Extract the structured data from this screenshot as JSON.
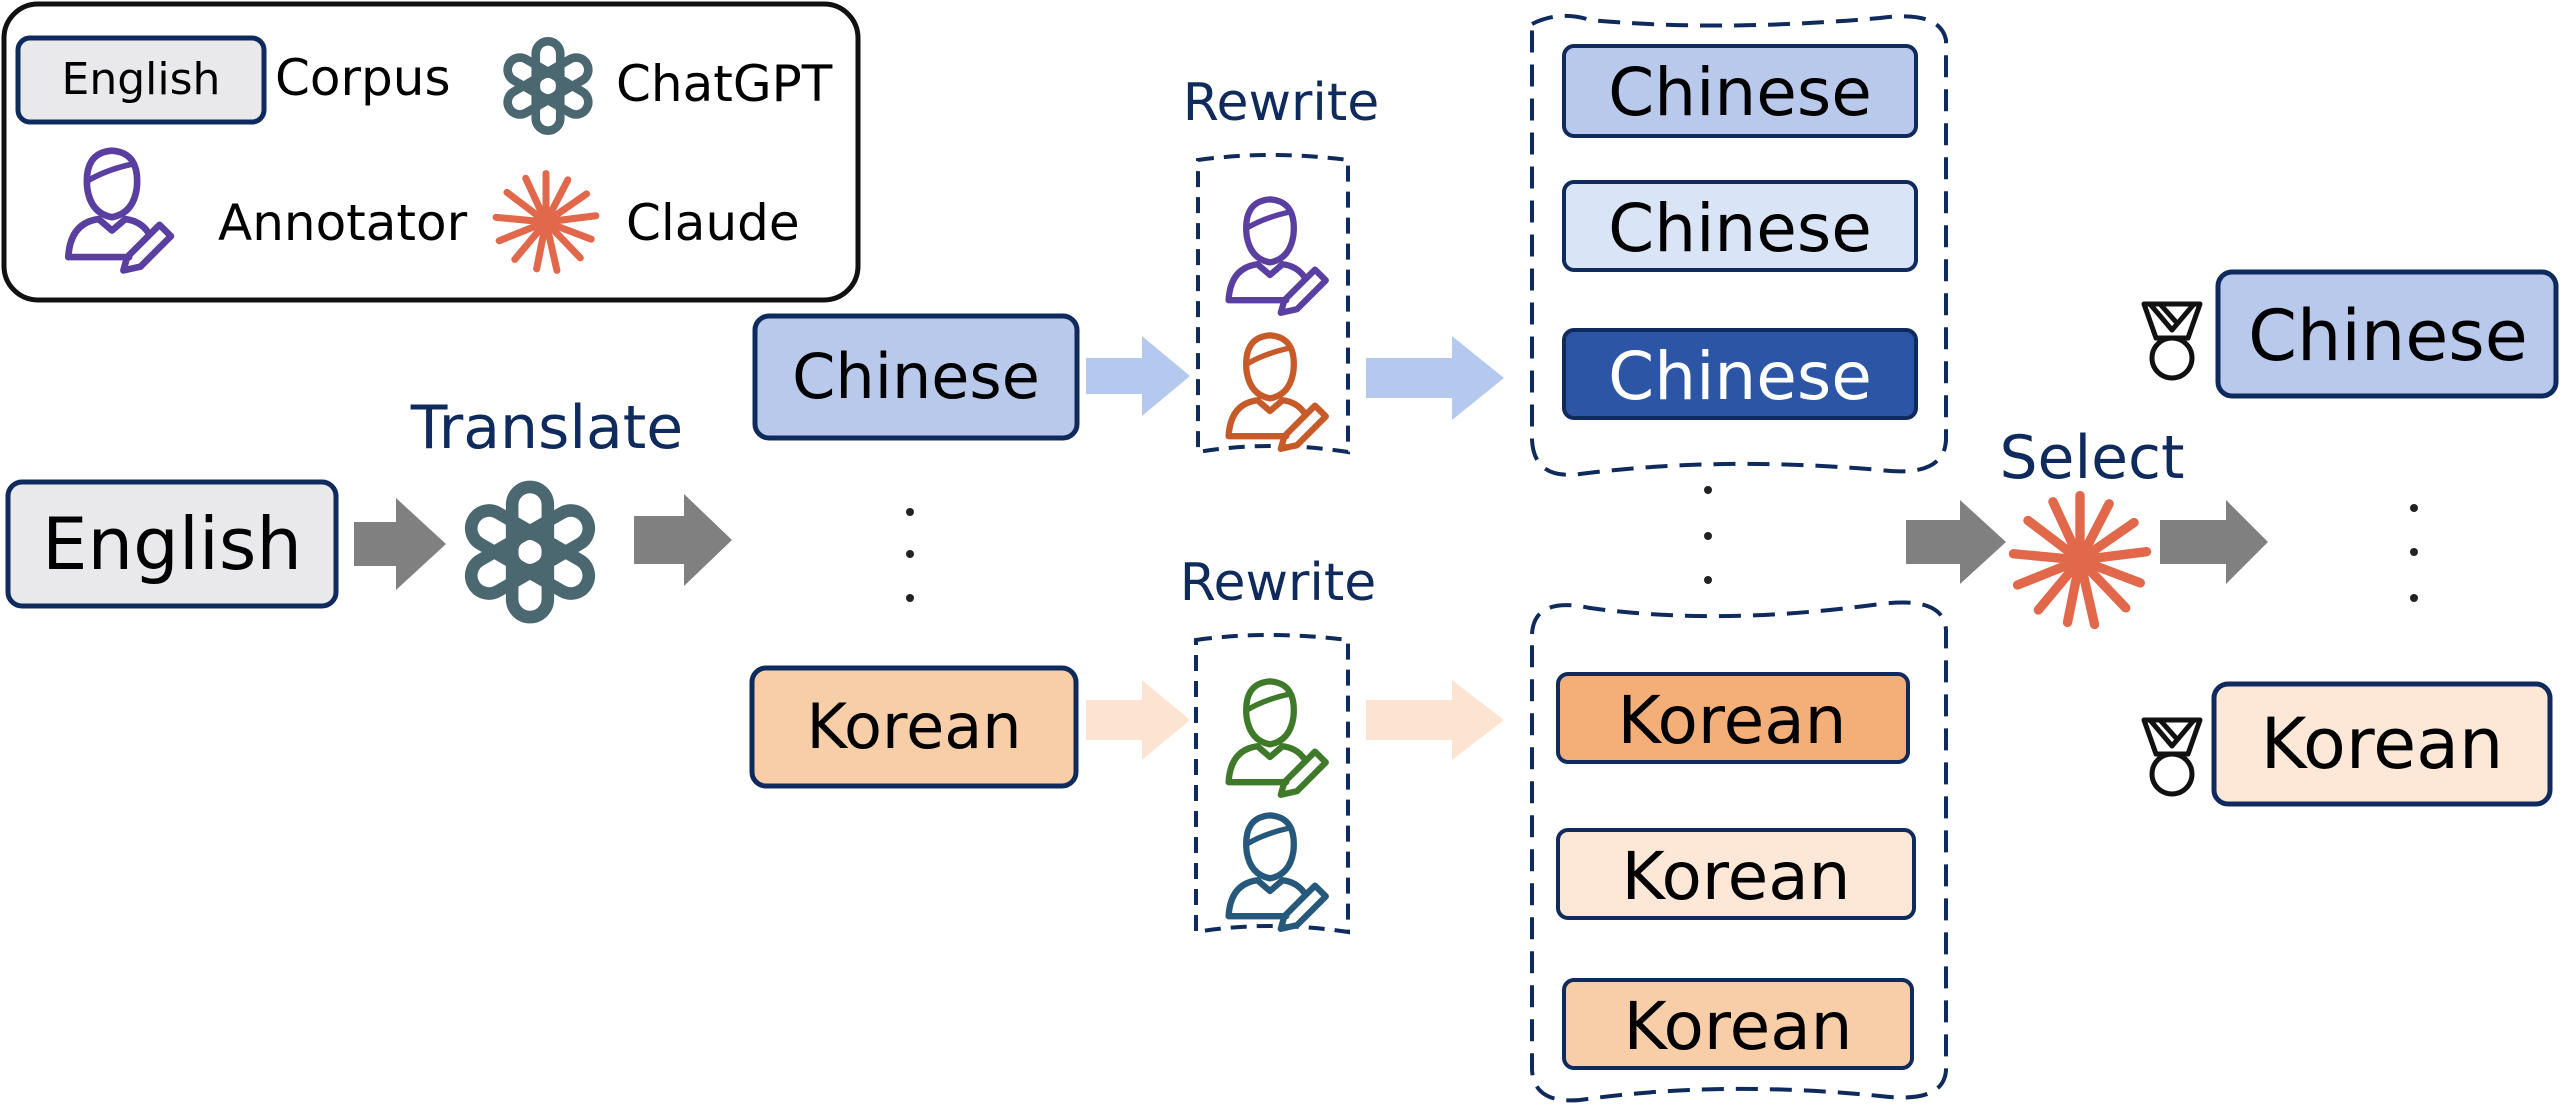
{
  "legend": {
    "corpus_box_text": "English",
    "corpus_label": "Corpus",
    "chatgpt_label": "ChatGPT",
    "annotator_label": "Annotator",
    "claude_label": "Claude"
  },
  "steps": {
    "translate": "Translate",
    "rewrite_top": "Rewrite",
    "rewrite_bottom": "Rewrite",
    "select": "Select"
  },
  "source": {
    "text": "English"
  },
  "translations": {
    "top": "Chinese",
    "bottom": "Korean"
  },
  "candidates": {
    "chinese": [
      "Chinese",
      "Chinese",
      "Chinese"
    ],
    "korean": [
      "Korean",
      "Korean",
      "Korean"
    ]
  },
  "selected": {
    "chinese": "Chinese",
    "korean": "Korean"
  },
  "colors": {
    "navy": "#0f2a5c",
    "gray_box": "#e9e9eb",
    "gray_arrow": "#808080",
    "chinese_light": "#b8c9ec",
    "chinese_lighter": "#dae4f7",
    "chinese_dark": "#2d55a6",
    "korean_light": "#f8cea9",
    "korean_lighter": "#fde7d7",
    "korean_dark": "#f4ae78",
    "blue_arrow": "#b5c8ed",
    "orange_arrow": "#fde4d2",
    "claude": "#e1684b",
    "chatgpt": "#4b6871",
    "annotator_purple": "#5a3fa0",
    "annotator_orange": "#c65a28",
    "annotator_green": "#3f7a2a",
    "annotator_teal": "#25587a"
  }
}
